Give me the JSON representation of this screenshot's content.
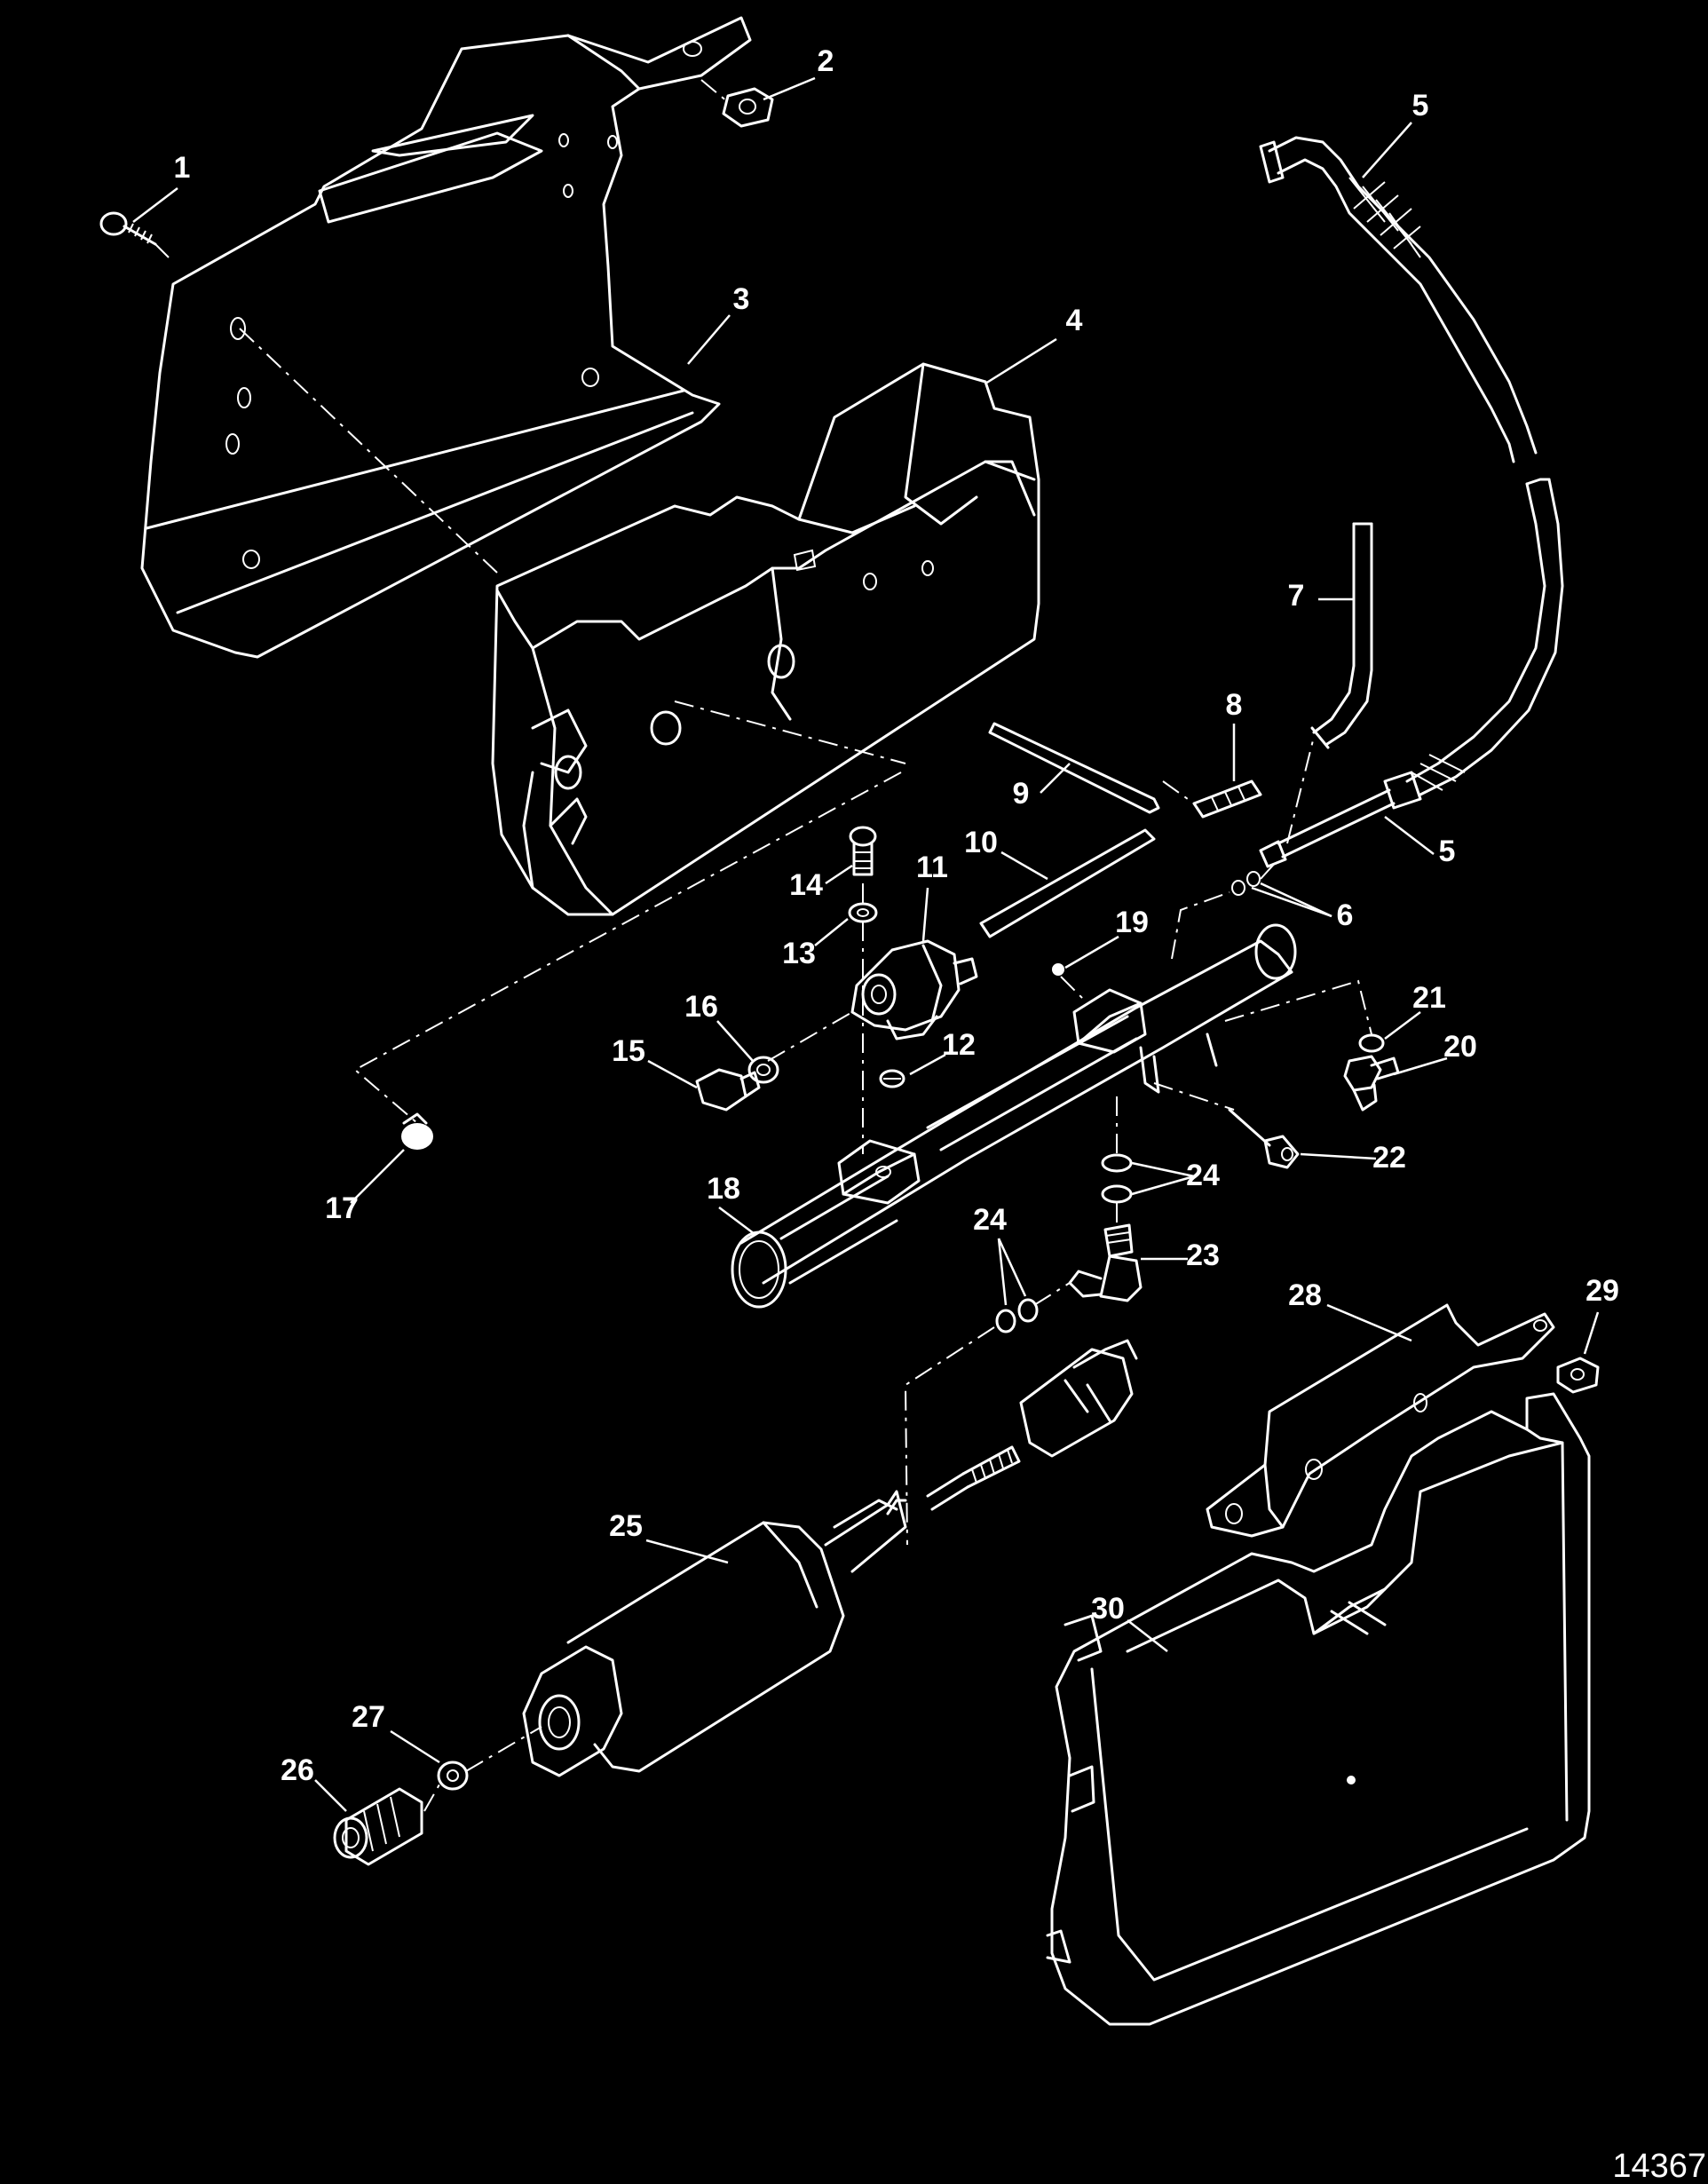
{
  "figure": {
    "ref": "14367"
  },
  "parts": [
    {
      "id": "p1",
      "label": "1"
    },
    {
      "id": "p2",
      "label": "2"
    },
    {
      "id": "p3",
      "label": "3"
    },
    {
      "id": "p4",
      "label": "4"
    },
    {
      "id": "p5a",
      "label": "5"
    },
    {
      "id": "p5b",
      "label": "5"
    },
    {
      "id": "p6",
      "label": "6"
    },
    {
      "id": "p7",
      "label": "7"
    },
    {
      "id": "p8",
      "label": "8"
    },
    {
      "id": "p9",
      "label": "9"
    },
    {
      "id": "p10",
      "label": "10"
    },
    {
      "id": "p11",
      "label": "11"
    },
    {
      "id": "p12",
      "label": "12"
    },
    {
      "id": "p13",
      "label": "13"
    },
    {
      "id": "p14",
      "label": "14"
    },
    {
      "id": "p15",
      "label": "15"
    },
    {
      "id": "p16",
      "label": "16"
    },
    {
      "id": "p17",
      "label": "17"
    },
    {
      "id": "p18",
      "label": "18"
    },
    {
      "id": "p19",
      "label": "19"
    },
    {
      "id": "p20",
      "label": "20"
    },
    {
      "id": "p21",
      "label": "21"
    },
    {
      "id": "p22",
      "label": "22"
    },
    {
      "id": "p23",
      "label": "23"
    },
    {
      "id": "p24a",
      "label": "24"
    },
    {
      "id": "p24b",
      "label": "24"
    },
    {
      "id": "p25",
      "label": "25"
    },
    {
      "id": "p26",
      "label": "26"
    },
    {
      "id": "p27",
      "label": "27"
    },
    {
      "id": "p28",
      "label": "28"
    },
    {
      "id": "p29",
      "label": "29"
    },
    {
      "id": "p30",
      "label": "30"
    }
  ]
}
